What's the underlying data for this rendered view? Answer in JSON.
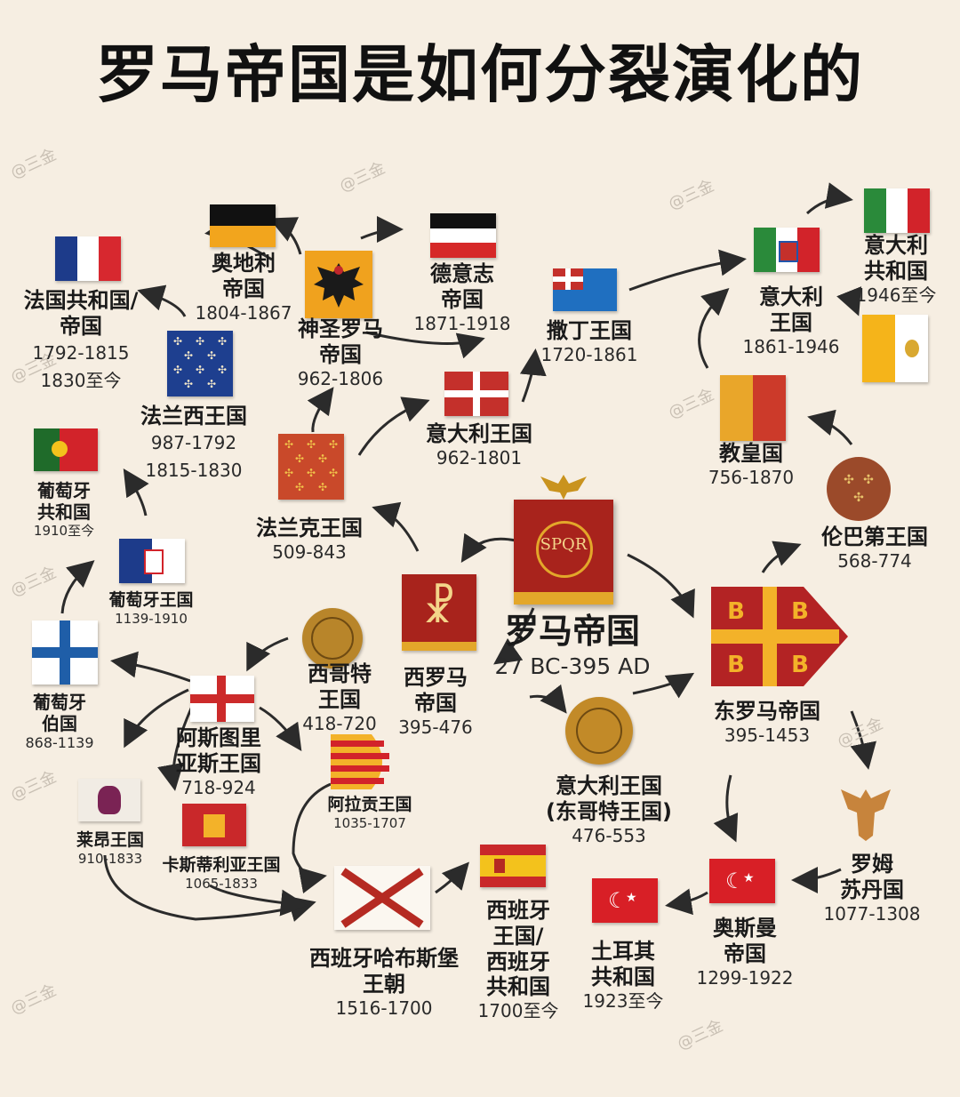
{
  "title": "罗马帝国是如何分裂演化的",
  "watermark": "@三金",
  "center": {
    "name": "罗马帝国",
    "years": "27 BC-395 AD",
    "banner_text": "SPQR"
  },
  "nodes": {
    "austria": {
      "name": "奥地利\n帝国",
      "years": "1804-1867"
    },
    "hre": {
      "name": "神圣罗马\n帝国",
      "years": "962-1806"
    },
    "germany": {
      "name": "德意志\n帝国",
      "years": "1871-1918"
    },
    "sardinia": {
      "name": "撒丁王国",
      "years": "1720-1861"
    },
    "italy_kingdom": {
      "name": "意大利\n王国",
      "years": "1861-1946"
    },
    "italy_republic": {
      "name": "意大利\n共和国",
      "years": "1946至今"
    },
    "france_rep": {
      "name": "法国共和国/\n帝国",
      "years": "1792-1815\n1830至今"
    },
    "france_king": {
      "name": "法兰西王国",
      "years": "987-1792\n1815-1830"
    },
    "italy_medieval": {
      "name": "意大利王国",
      "years": "962-1801"
    },
    "papal": {
      "name": "教皇国",
      "years": "756-1870"
    },
    "portugal_rep": {
      "name": "葡萄牙\n共和国",
      "years": "1910至今"
    },
    "frank": {
      "name": "法兰克王国",
      "years": "509-843"
    },
    "lombard": {
      "name": "伦巴第王国",
      "years": "568-774"
    },
    "portugal_king": {
      "name": "葡萄牙王国",
      "years": "1139-1910"
    },
    "west_rome": {
      "name": "西罗马\n帝国",
      "years": "395-476"
    },
    "visigoth": {
      "name": "西哥特\n王国",
      "years": "418-720"
    },
    "byzantine": {
      "name": "东罗马帝国",
      "years": "395-1453"
    },
    "portugal_county": {
      "name": "葡萄牙\n伯国",
      "years": "868-1139"
    },
    "asturias": {
      "name": "阿斯图里\n亚斯王国",
      "years": "718-924"
    },
    "aragon": {
      "name": "阿拉贡王国",
      "years": "1035-1707"
    },
    "ostrogoth": {
      "name": "意大利王国\n(东哥特王国)",
      "years": "476-553"
    },
    "leon": {
      "name": "莱昂王国",
      "years": "910-1833"
    },
    "castile": {
      "name": "卡斯蒂利亚王国",
      "years": "1065-1833"
    },
    "rum": {
      "name": "罗姆\n苏丹国",
      "years": "1077-1308"
    },
    "habsburg_spain": {
      "name": "西班牙哈布斯堡\n王朝",
      "years": "1516-1700"
    },
    "spain": {
      "name": "西班牙\n王国/\n西班牙\n共和国",
      "years": "1700至今"
    },
    "turkey": {
      "name": "土耳其\n共和国",
      "years": "1923至今"
    },
    "ottoman": {
      "name": "奥斯曼\n帝国",
      "years": "1299-1922"
    }
  },
  "colors": {
    "background": "#f6eee2",
    "arrow": "#2b2b2b",
    "roman_red": "#a8231c",
    "gold": "#e3a72a"
  }
}
